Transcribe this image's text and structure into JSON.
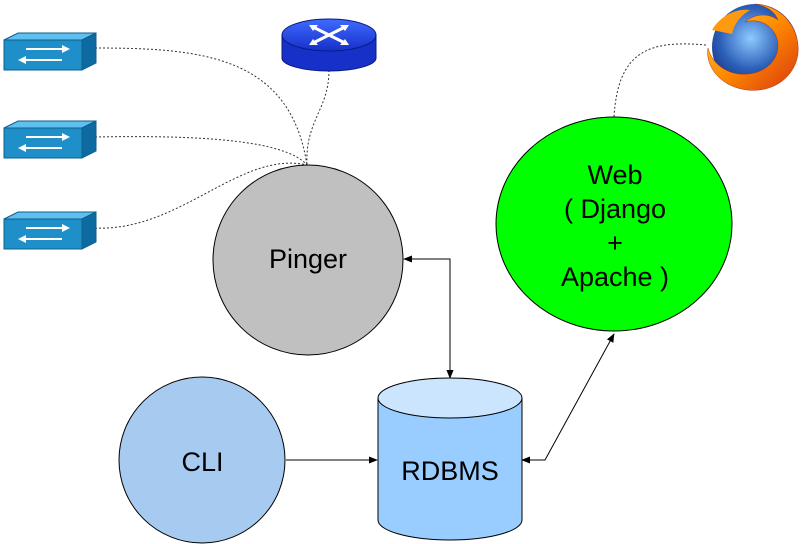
{
  "nodes": {
    "pinger": {
      "label": "Pinger",
      "fill": "#c0c0c0"
    },
    "cli": {
      "label": "CLI",
      "fill": "#a6caf0"
    },
    "rdbms": {
      "label": "RDBMS",
      "fill": "#99ccff",
      "top_fill": "#cce5ff"
    },
    "web": {
      "label_lines": [
        "Web",
        "( Django",
        "+",
        "Apache )"
      ],
      "fill": "#00ff00"
    }
  },
  "devices": {
    "switch_icon": "network-switch-icon",
    "router_icon": "router-icon",
    "browser_icon": "firefox-browser-icon",
    "switch_color": "#1e8fc9",
    "router_color": "#1a3fe0"
  },
  "edge_colors": {
    "line": "#000000",
    "stroke": "#333333"
  }
}
